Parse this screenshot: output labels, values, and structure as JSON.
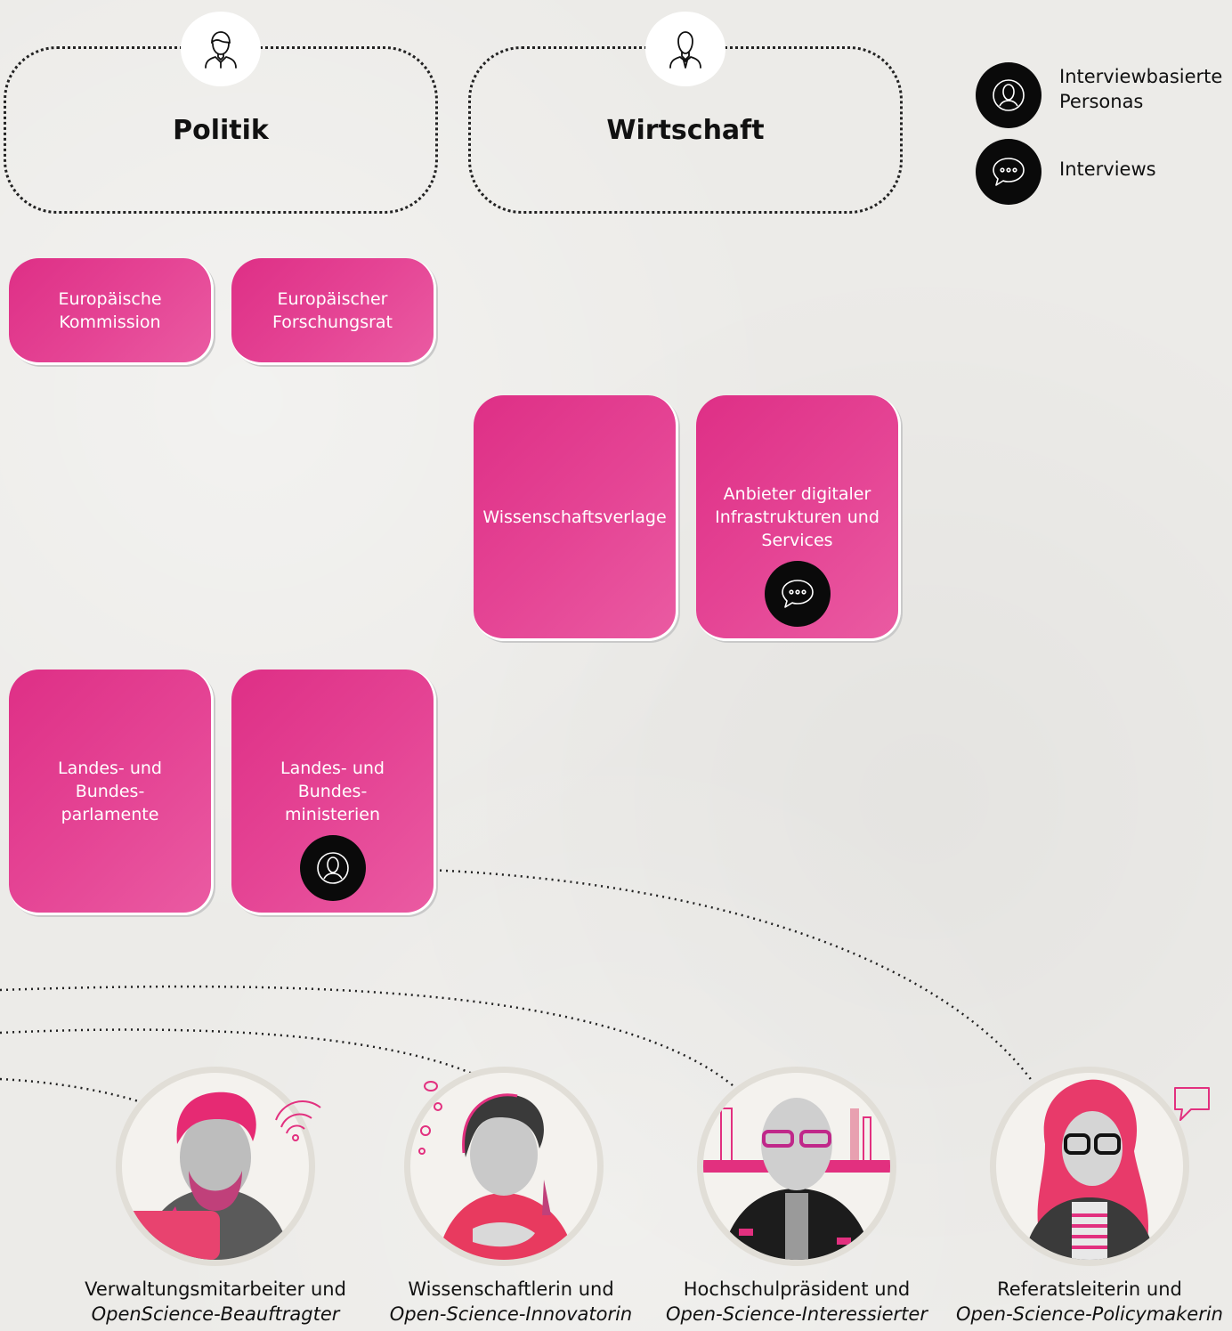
{
  "groups": [
    {
      "title": "Politik",
      "icon": "politician-icon"
    },
    {
      "title": "Wirtschaft",
      "icon": "businessman-icon"
    }
  ],
  "legend": [
    {
      "icon": "persona-icon",
      "label": "Interviewbasierte Personas"
    },
    {
      "icon": "speech-bubble-icon",
      "label": "Interviews"
    }
  ],
  "cards": [
    {
      "label": "Europäische\nKommission"
    },
    {
      "label": "Europäischer\nForschungsrat"
    },
    {
      "label": "Wissenschaftsverlage"
    },
    {
      "label": "Anbieter digitaler\nInfrastrukturen und\nServices",
      "badge": "speech-bubble-icon"
    },
    {
      "label": "Landes- und\nBundes-\nparlamente"
    },
    {
      "label": "Landes- und\nBundes-\nministerien",
      "badge": "persona-icon"
    }
  ],
  "personas": [
    {
      "title": "Verwaltungsmitarbeiter und",
      "role": "OpenScience-Beauftragter"
    },
    {
      "title": "Wissenschaftlerin und",
      "role": "Open-Science-Innovatorin"
    },
    {
      "title": "Hochschulpräsident und",
      "role": "Open-Science-Interessierter"
    },
    {
      "title": "Referatsleiterin und",
      "role": "Open-Science-Policymakerin"
    }
  ],
  "colors": {
    "accent": "#e2307f",
    "background": "#ecebe8",
    "badge": "#0a0a0a"
  }
}
